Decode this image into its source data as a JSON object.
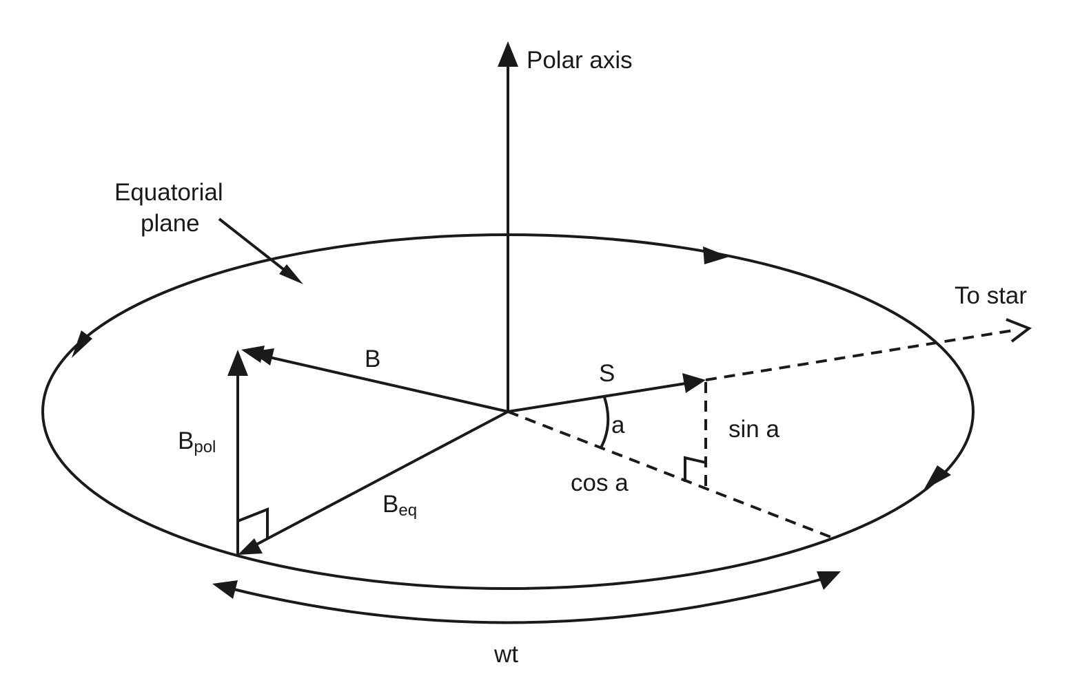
{
  "diagram": {
    "labels": {
      "polar_axis": "Polar axis",
      "equatorial_plane_line1": "Equatorial",
      "equatorial_plane_line2": "plane",
      "to_star": "To star",
      "b": "B",
      "s": "S",
      "a": "a",
      "sin_a": "sin a",
      "cos_a": "cos a",
      "b_pol_main": "B",
      "b_pol_sub": "pol",
      "b_eq_main": "B",
      "b_eq_sub": "eq",
      "wt": "wt"
    },
    "colors": {
      "ink": "#1a1a1a",
      "background": "#ffffff"
    }
  }
}
